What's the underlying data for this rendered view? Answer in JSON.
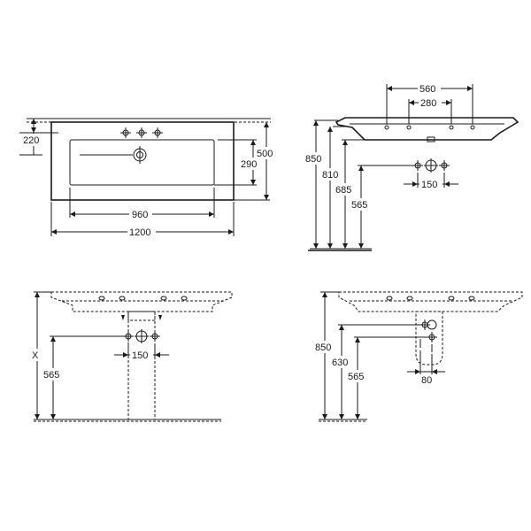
{
  "views": {
    "top": {
      "width_overall": "1200",
      "width_basin": "960",
      "depth_overall": "500",
      "depth_basin": "290",
      "tap_offset": "220"
    },
    "side": {
      "height_rim": "850",
      "height_underside": "810",
      "height_siphon": "685",
      "height_waste": "565",
      "tap_span_outer": "560",
      "tap_span_inner": "280",
      "waste_spacing": "150"
    },
    "front": {
      "height_variable": "X",
      "height_waste": "565",
      "waste_spacing": "150"
    },
    "side_alt": {
      "height_rim": "850",
      "height_mid": "630",
      "height_waste": "565",
      "waste_spacing": "80"
    }
  }
}
